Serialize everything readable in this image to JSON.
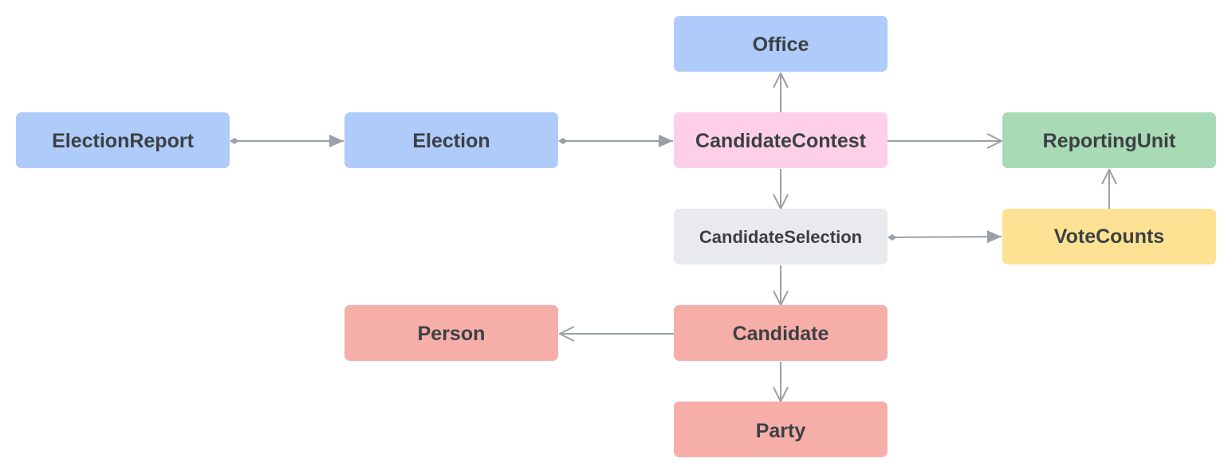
{
  "nodes": {
    "election_report": {
      "label": "ElectionReport",
      "color": "#aecbfa"
    },
    "election": {
      "label": "Election",
      "color": "#aecbfa"
    },
    "office": {
      "label": "Office",
      "color": "#aecbfa"
    },
    "candidate_contest": {
      "label": "CandidateContest",
      "color": "#fdcfe8"
    },
    "reporting_unit": {
      "label": "ReportingUnit",
      "color": "#a8dab5"
    },
    "candidate_selection": {
      "label": "CandidateSelection",
      "color": "#e8eaed"
    },
    "vote_counts": {
      "label": "VoteCounts",
      "color": "#fde293"
    },
    "person": {
      "label": "Person",
      "color": "#f6aea9"
    },
    "candidate": {
      "label": "Candidate",
      "color": "#f6aea9"
    },
    "party": {
      "label": "Party",
      "color": "#f6aea9"
    }
  },
  "edges": [
    {
      "from": "election_report",
      "to": "election",
      "type": "composition"
    },
    {
      "from": "election",
      "to": "candidate_contest",
      "type": "composition"
    },
    {
      "from": "candidate_contest",
      "to": "office",
      "type": "association"
    },
    {
      "from": "candidate_contest",
      "to": "reporting_unit",
      "type": "association"
    },
    {
      "from": "candidate_contest",
      "to": "candidate_selection",
      "type": "association"
    },
    {
      "from": "candidate_selection",
      "to": "vote_counts",
      "type": "composition"
    },
    {
      "from": "vote_counts",
      "to": "reporting_unit",
      "type": "association"
    },
    {
      "from": "candidate_selection",
      "to": "candidate",
      "type": "association"
    },
    {
      "from": "candidate",
      "to": "person",
      "type": "association"
    },
    {
      "from": "candidate",
      "to": "party",
      "type": "association"
    }
  ],
  "edge_color": "#9aa0a6",
  "text_color": "#3c4043"
}
